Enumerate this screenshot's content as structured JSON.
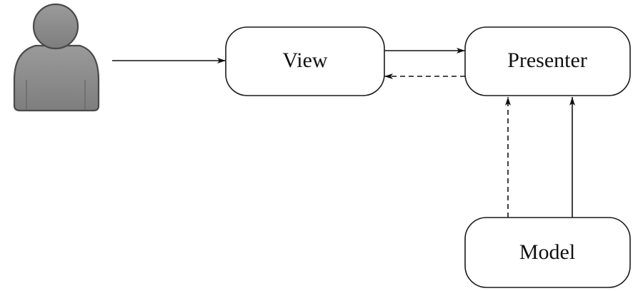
{
  "nodes": {
    "view": {
      "label": "View"
    },
    "presenter": {
      "label": "Presenter"
    },
    "model": {
      "label": "Model"
    }
  },
  "user_icon": {
    "icon": "user-icon",
    "color": "#8c8c8c"
  },
  "edges": [
    {
      "from": "user",
      "to": "view",
      "style": "solid"
    },
    {
      "from": "view",
      "to": "presenter",
      "style": "solid"
    },
    {
      "from": "presenter",
      "to": "view",
      "style": "dashed"
    },
    {
      "from": "model",
      "to": "presenter",
      "style": "dashed"
    },
    {
      "from": "model",
      "to": "presenter",
      "style": "solid"
    }
  ]
}
